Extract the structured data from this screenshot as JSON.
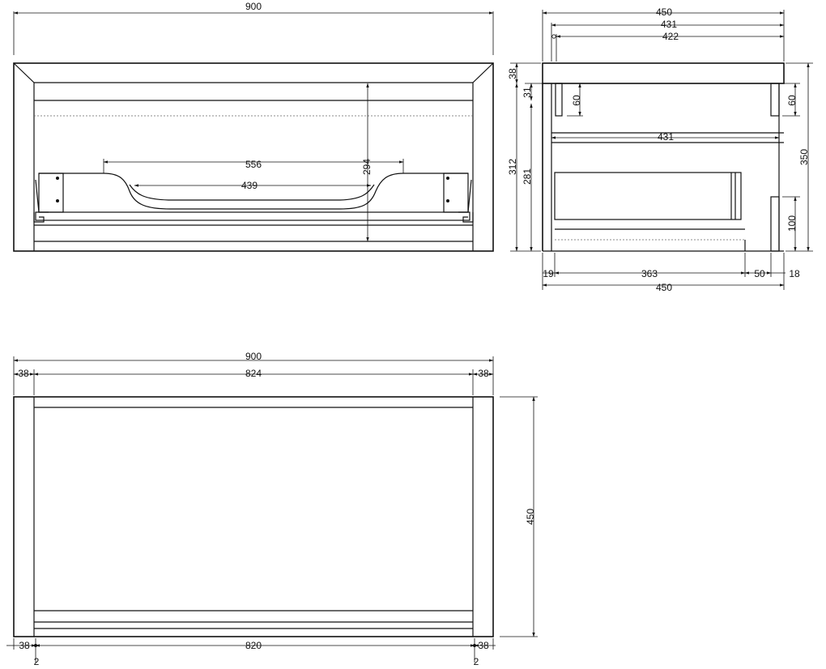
{
  "front_view": {
    "overall_width": "900",
    "basin_outer_width": "556",
    "basin_inner_width": "439",
    "height": "294"
  },
  "side_view": {
    "depth_top": "450",
    "depth_431_top": "431",
    "depth_422": "422",
    "top_thickness": "38",
    "dim_31": "31",
    "left_60": "60",
    "right_60": "60",
    "mid_431": "431",
    "height_312": "312",
    "height_281": "281",
    "height_350": "350",
    "height_100": "100",
    "bottom_19": "19",
    "bottom_363": "363",
    "bottom_50": "50",
    "bottom_18": "18",
    "depth_bottom": "450"
  },
  "plan_view": {
    "overall_width": "900",
    "left_38_top": "38",
    "inner_824": "824",
    "right_38_top": "38",
    "depth_450": "450",
    "left_38_bottom": "38",
    "inner_820": "820",
    "right_38_bottom": "38",
    "left_2": "2",
    "right_2": "2"
  }
}
